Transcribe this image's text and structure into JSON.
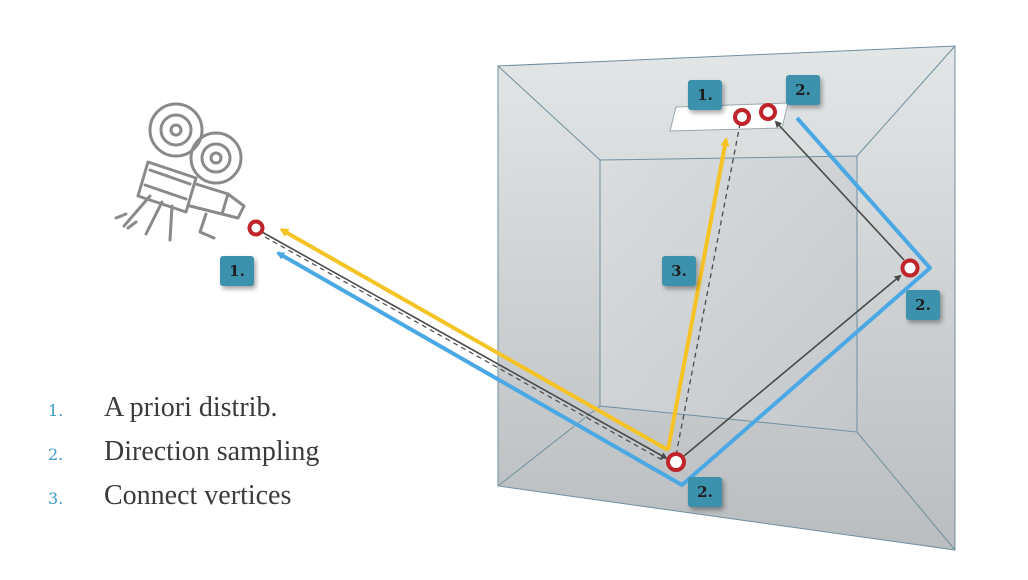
{
  "legend": [
    {
      "num": "1.",
      "text": "A priori distrib."
    },
    {
      "num": "2.",
      "text": "Direction sampling"
    },
    {
      "num": "3.",
      "text": "Connect vertices"
    }
  ],
  "badges": {
    "camera": "1.",
    "light_left": "1.",
    "light_right": "2.",
    "right_wall": "2.",
    "floor": "2.",
    "connect": "3."
  },
  "icons": {
    "camera": "movie-camera-icon"
  },
  "colors": {
    "blue_path": "#4aa8e4",
    "yellow_path": "#f5c324",
    "dark_path": "#4a4a4a",
    "vertex": "#c0242b",
    "badge": "#3c91ad",
    "legend_number": "#3a9cc8"
  }
}
